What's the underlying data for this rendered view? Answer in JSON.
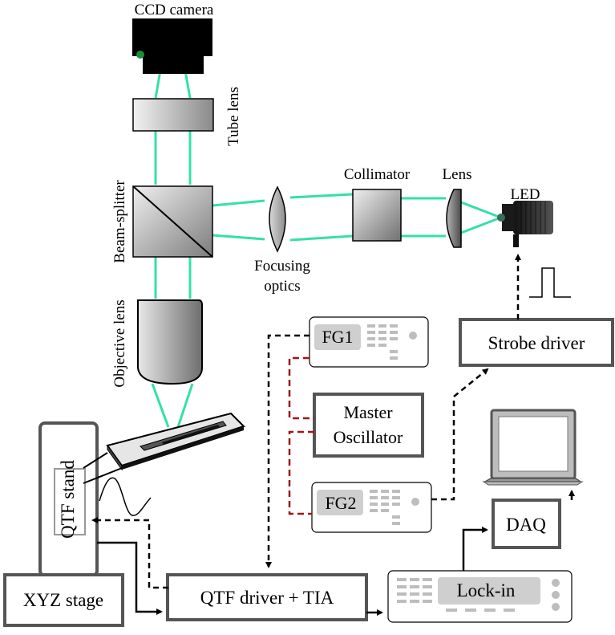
{
  "labels": {
    "ccd_camera": "CCD camera",
    "tube_lens": "Tube lens",
    "beam_splitter": "Beam-splitter",
    "objective_lens": "Objective lens",
    "focusing_optics_line1": "Focusing",
    "focusing_optics_line2": "optics",
    "collimator": "Collimator",
    "lens": "Lens",
    "led": "LED",
    "strobe_driver": "Strobe driver",
    "fg1": "FG1",
    "fg2": "FG2",
    "master_oscillator_line1": "Master",
    "master_oscillator_line2": "Oscillator",
    "qtf_stand": "QTF stand",
    "xyz_stage": "XYZ stage",
    "qtf_driver": "QTF driver + TIA",
    "lock_in": "Lock-in",
    "daq": "DAQ"
  },
  "colors": {
    "light_beam": "#33e0a8",
    "reference_link": "#a01515",
    "box_border": "#555555",
    "device_gray": "#cfcfcf"
  }
}
